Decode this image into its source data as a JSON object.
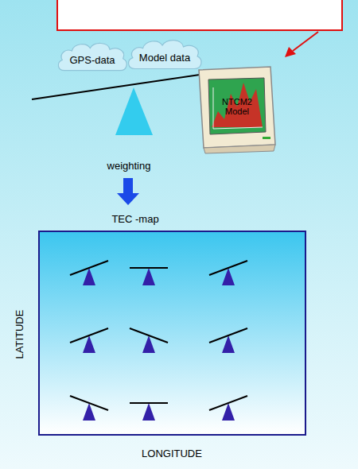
{
  "diagram": {
    "nodes": [
      {
        "text": [
          "GPS-data"
        ]
      },
      {
        "text": [
          "Model data"
        ]
      },
      {
        "text": [
          "NTCM2 Model"
        ]
      },
      {
        "text": [
          "TEC -map"
        ]
      }
    ],
    "labels": [
      "weighting",
      "LATITUDE",
      "LONGITUDE"
    ]
  }
}
